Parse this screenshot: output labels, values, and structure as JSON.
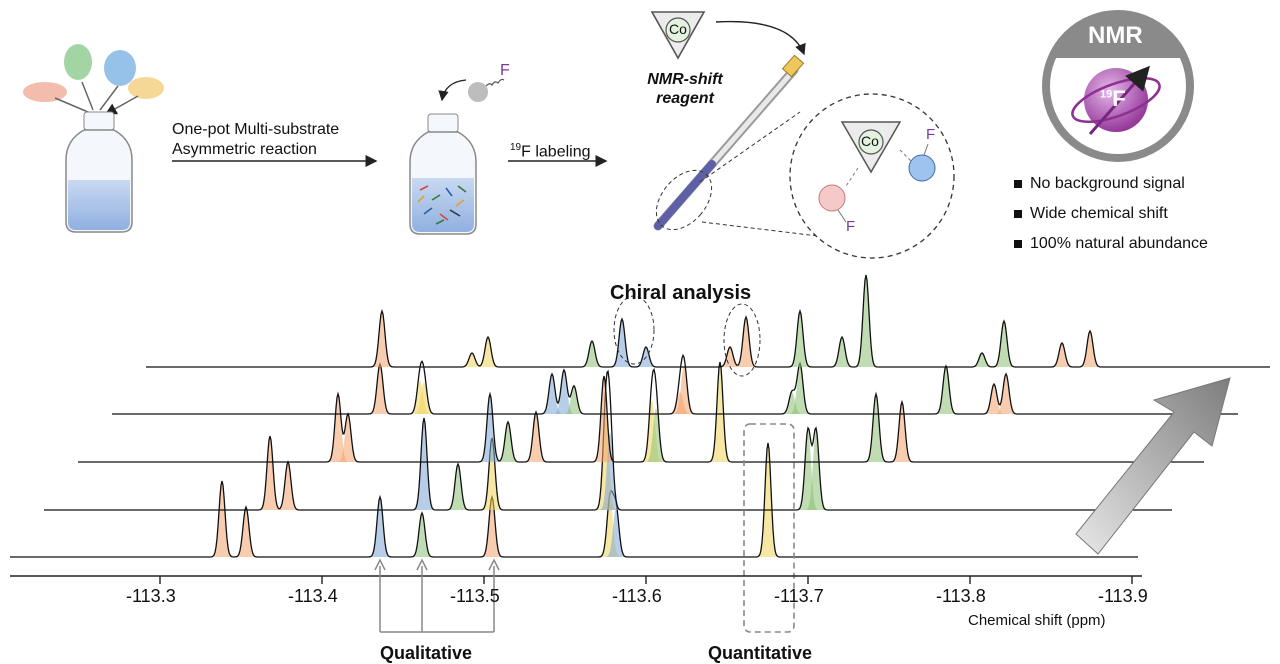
{
  "workflow": {
    "step1_label_line1": "One-pot Multi-substrate",
    "step1_label_line2": "Asymmetric reaction",
    "step2_label_sup": "19",
    "step2_label_text": "F labeling",
    "reagent_atom": "Co",
    "reagent_label_line1": "NMR-shift",
    "reagent_label_line2": "reagent",
    "complex_atom": "Co",
    "fluorine_symbol": "F"
  },
  "nmr_badge": {
    "title": "NMR",
    "nucleus_sup": "19",
    "nucleus_symbol": "F",
    "bullets": [
      "No background signal",
      "Wide chemical shift",
      "100% natural abundance"
    ],
    "ring_color": "#8a8a8a",
    "sphere_color": "#9b3fa0"
  },
  "spectra": {
    "heading": "Chiral analysis",
    "x_axis_label": "Chemical shift (ppm)",
    "x_ticks": [
      "-113.3",
      "-113.4",
      "-113.5",
      "-113.6",
      "-113.7",
      "-113.8",
      "-113.9"
    ],
    "qualitative_label": "Qualitative",
    "quantitative_label": "Quantitative",
    "peak_colors": {
      "orange": "#f2a26b",
      "yellow": "#f1d35a",
      "blue": "#7ea6d6",
      "green": "#8cbf74"
    }
  }
}
